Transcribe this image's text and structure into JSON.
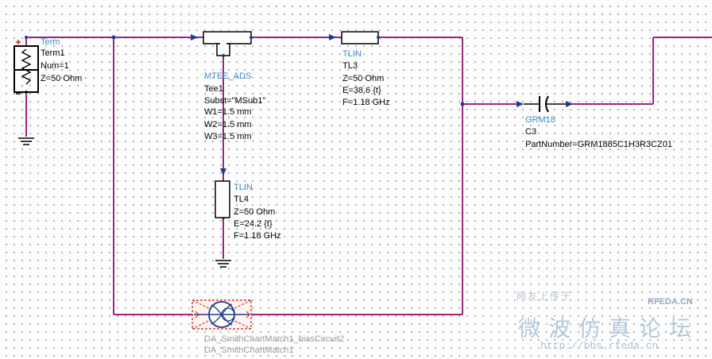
{
  "colors": {
    "wire": "#a0237f",
    "symbol": "#000000",
    "pin": "#1f3b8a",
    "port": "#cc2200",
    "blue_label": "#3c8ad0",
    "gray_label": "#9a9a9a"
  },
  "term1": {
    "type": "Term",
    "name": "Term1",
    "num": "Num=1",
    "z": "Z=50 Ohm",
    "plus": "+",
    "minus": "-"
  },
  "tee": {
    "type": "MTEE_ADS",
    "name": "Tee1",
    "subst": "Subst=\"MSub1\"",
    "w1": "W1=1.5 mm",
    "w2": "W2=1.5 mm",
    "w3": "W3=1.5 mm"
  },
  "tl3": {
    "type": "TLIN",
    "name": "TL3",
    "z": "Z=50 Ohm",
    "e": "E=38.6 {t}",
    "f": "F=1.18 GHz"
  },
  "tl4": {
    "type": "TLIN",
    "name": "TL4",
    "z": "Z=50 Ohm",
    "e": "E=24.2 {t}",
    "f": "F=1.18 GHz"
  },
  "c3": {
    "type": "GRM18",
    "name": "C3",
    "part": "PartNumber=GRM1885C1H3R3CZ01"
  },
  "smith": {
    "instance": "DA_SmithChartMatch1_biasCircuit2",
    "name": "DA_SmithChartMatch1"
  },
  "watermark": {
    "top": "网友上传于",
    "brand": "RFEDA.CN",
    "chinese": "微波仿真论坛",
    "url": "http://bbs.rfeda.cn"
  },
  "icons": [
    "resistor-icon",
    "ground-icon",
    "tee-icon",
    "transmission-line-icon",
    "capacitor-icon",
    "smith-chart-icon"
  ]
}
